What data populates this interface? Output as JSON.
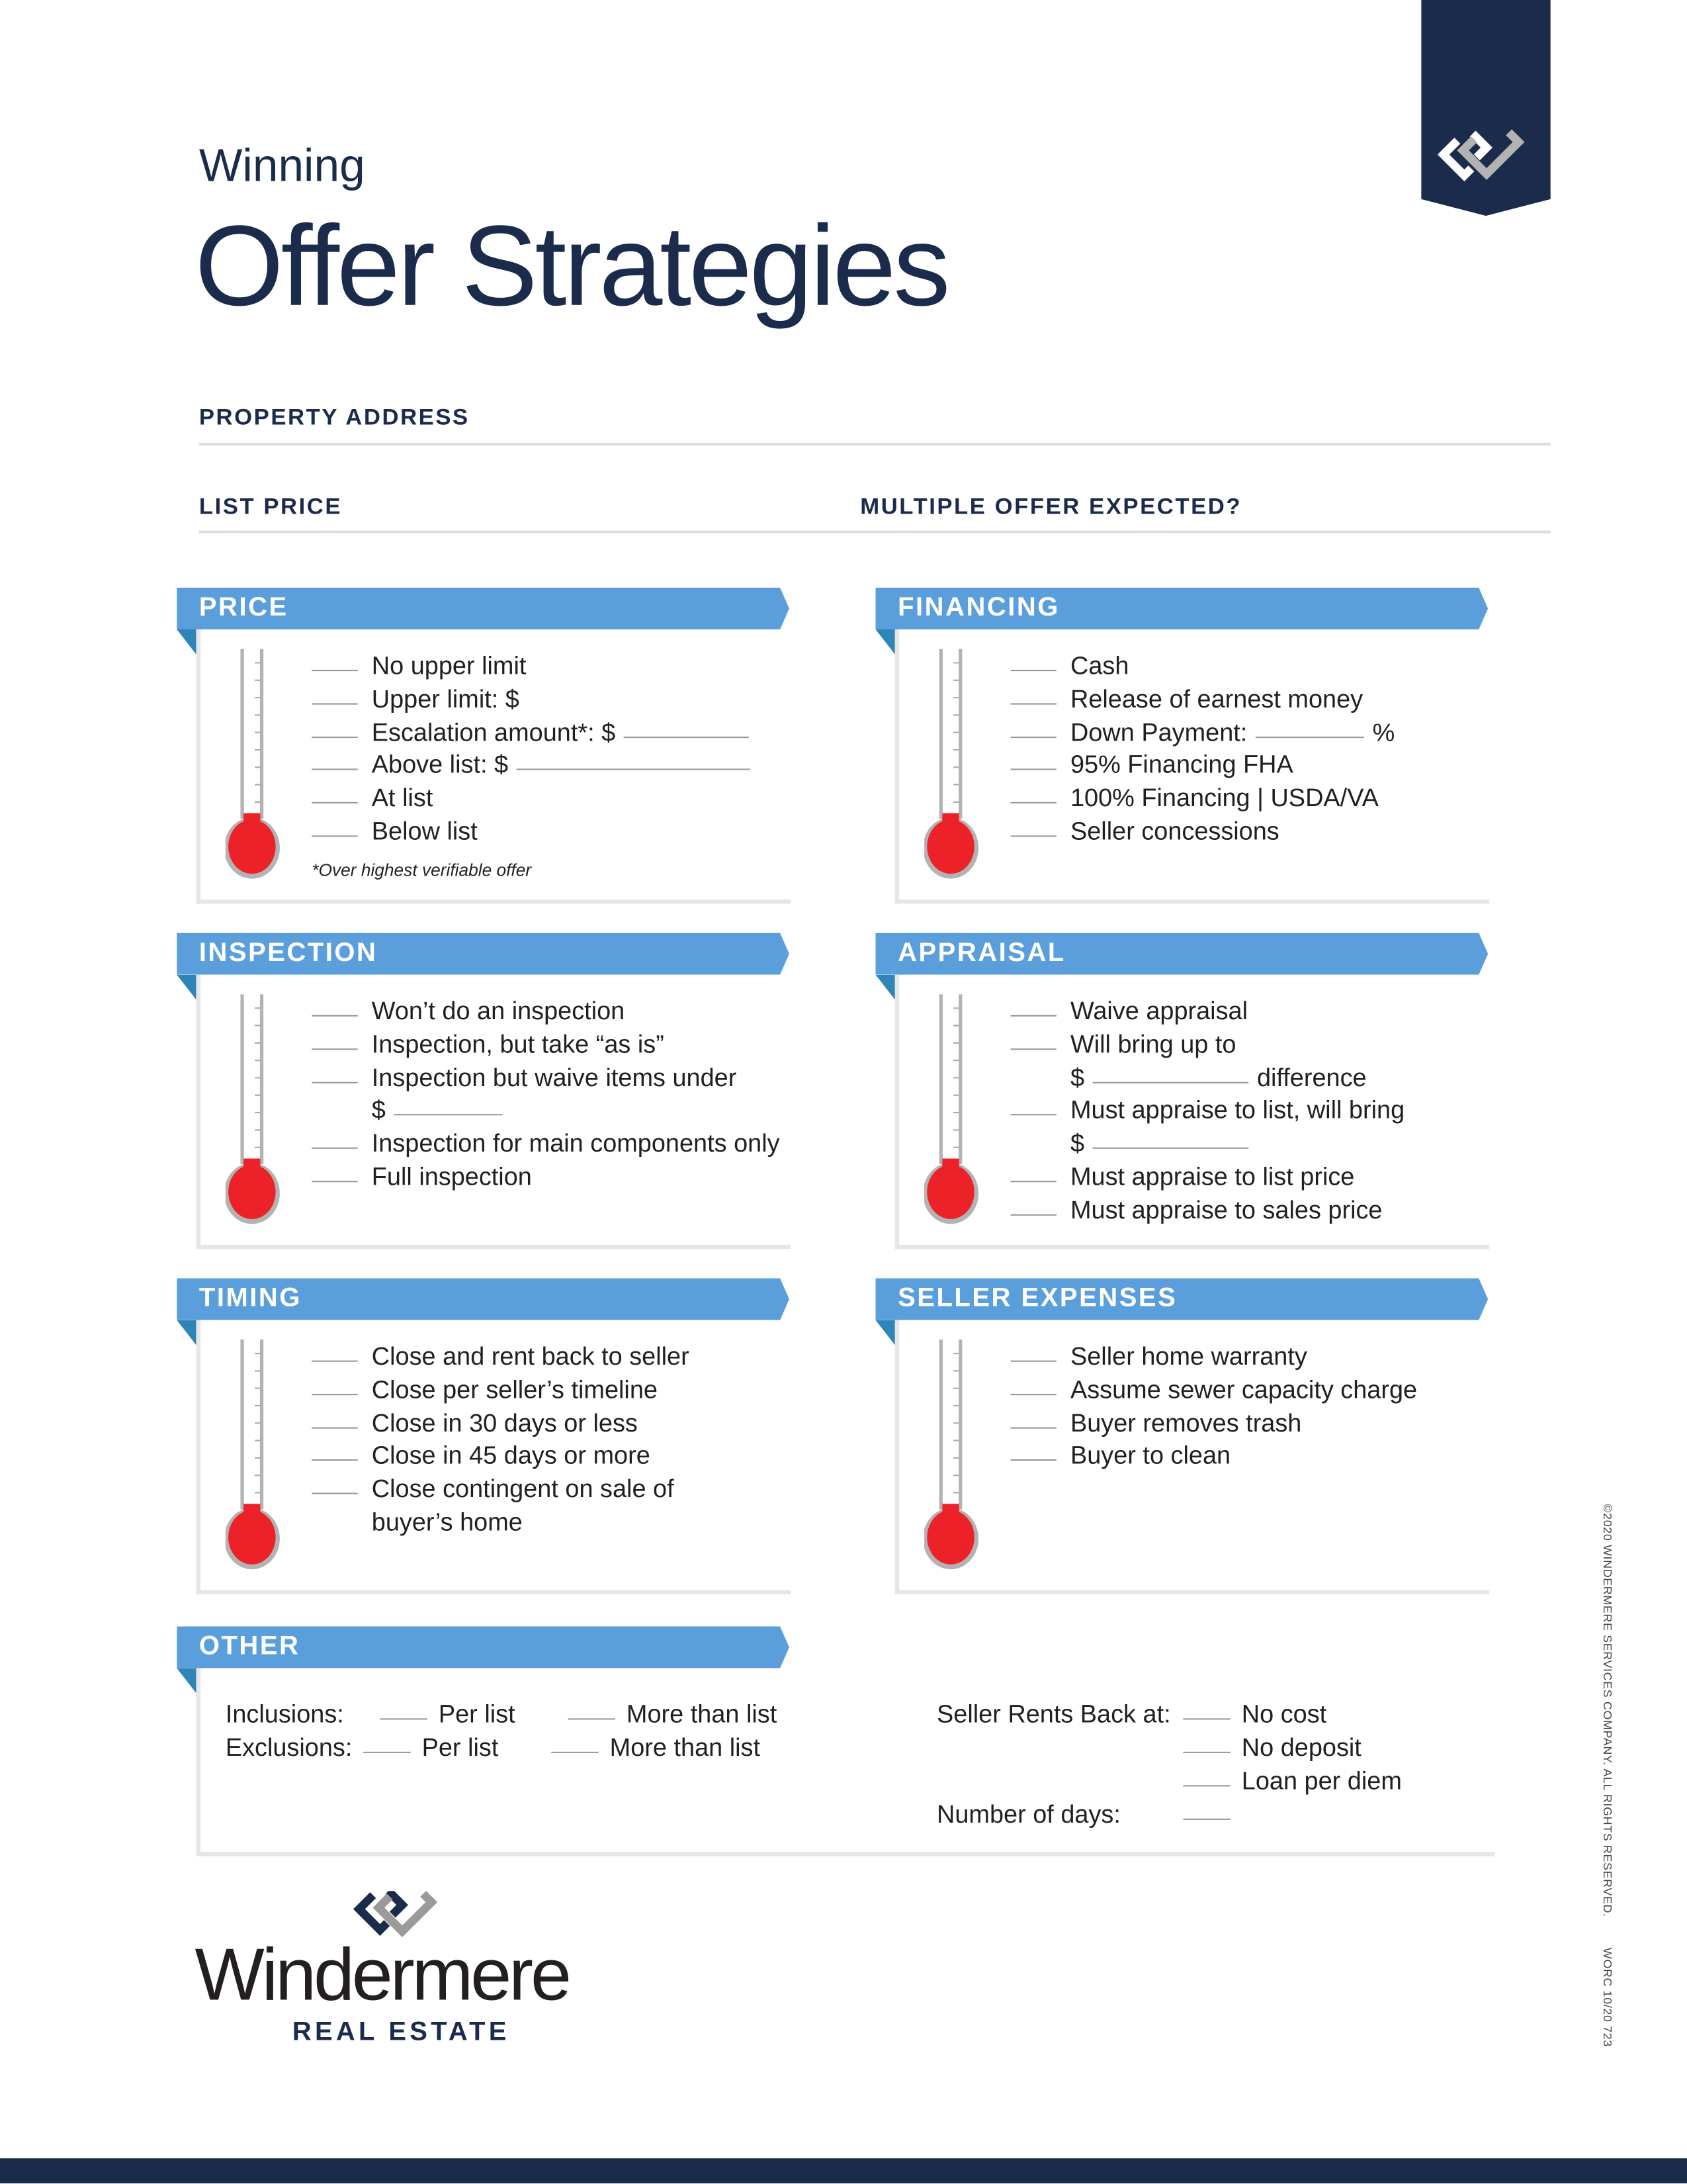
{
  "header": {
    "kicker": "Winning",
    "title": "Offer Strategies"
  },
  "fields": {
    "property_address": "PROPERTY ADDRESS",
    "list_price": "LIST PRICE",
    "multiple_offer": "MULTIPLE OFFER EXPECTED?"
  },
  "colors": {
    "navy": "#1b2b4b",
    "blue": "#5a9fdb",
    "flap": "#2e86b8",
    "mercury": "#ed2228"
  },
  "sections": [
    {
      "id": "price",
      "title": "PRICE",
      "items": [
        {
          "c": true,
          "t": "No upper limit"
        },
        {
          "c": true,
          "t": "Upper limit: $"
        },
        {
          "c": true,
          "t": "Escalation amount*: $",
          "blank": "med"
        },
        {
          "c": true,
          "t": "Above list: $",
          "blank": "xlong"
        },
        {
          "c": true,
          "t": "At list"
        },
        {
          "c": true,
          "t": "Below list"
        }
      ],
      "note": "*Over highest verifiable offer"
    },
    {
      "id": "financing",
      "title": "FINANCING",
      "items": [
        {
          "c": true,
          "t": "Cash"
        },
        {
          "c": true,
          "t": "Release of earnest money"
        },
        {
          "c": true,
          "t": "Down Payment:",
          "blank": "short",
          "after": "%"
        },
        {
          "c": true,
          "t": "95% Financing FHA"
        },
        {
          "c": true,
          "t": "100% Financing | USDA/VA"
        },
        {
          "c": true,
          "t": "Seller concessions"
        }
      ]
    },
    {
      "id": "inspection",
      "title": "INSPECTION",
      "items": [
        {
          "c": true,
          "t": "Won’t do an inspection"
        },
        {
          "c": true,
          "t": "Inspection, but take “as is”"
        },
        {
          "c": true,
          "t": "Inspection but waive items under"
        },
        {
          "c": false,
          "t": "$",
          "blank": "short"
        },
        {
          "c": true,
          "t": "Inspection for main components only"
        },
        {
          "c": true,
          "t": "Full inspection"
        }
      ]
    },
    {
      "id": "appraisal",
      "title": "APPRAISAL",
      "items": [
        {
          "c": true,
          "t": "Waive appraisal"
        },
        {
          "c": true,
          "t": "Will bring up to"
        },
        {
          "c": false,
          "t": "$",
          "blank": "long",
          "after": "difference"
        },
        {
          "c": true,
          "t": "Must appraise to list, will bring"
        },
        {
          "c": false,
          "t": "$",
          "blank": "long"
        },
        {
          "c": true,
          "t": "Must appraise to list price"
        },
        {
          "c": true,
          "t": "Must appraise to sales price"
        }
      ]
    },
    {
      "id": "timing",
      "title": "TIMING",
      "items": [
        {
          "c": true,
          "t": "Close and rent back to seller"
        },
        {
          "c": true,
          "t": "Close per seller’s timeline"
        },
        {
          "c": true,
          "t": "Close in 30 days or less"
        },
        {
          "c": true,
          "t": "Close in 45 days or more"
        },
        {
          "c": true,
          "t": "Close contingent on sale of"
        },
        {
          "c": false,
          "t": "buyer’s home"
        }
      ]
    },
    {
      "id": "seller-expenses",
      "title": "SELLER EXPENSES",
      "items": [
        {
          "c": true,
          "t": "Seller home warranty"
        },
        {
          "c": true,
          "t": "Assume sewer capacity charge"
        },
        {
          "c": true,
          "t": "Buyer removes trash"
        },
        {
          "c": true,
          "t": "Buyer to clean"
        }
      ]
    }
  ],
  "other": {
    "title": "OTHER",
    "inclusions": "Inclusions:",
    "exclusions": "Exclusions:",
    "per_list": "Per list",
    "more_than_list": "More than list",
    "rents_back": "Seller Rents Back at:",
    "no_cost": "No cost",
    "no_deposit": "No deposit",
    "loan_per_diem": "Loan per diem",
    "number_of_days": "Number of days:"
  },
  "footer": {
    "brand": "Windermere",
    "sub": "REAL ESTATE",
    "copyright": "©2020 WINDERMERE SERVICES COMPANY. ALL RIGHTS RESERVED.",
    "code": "WORC 10/20 723"
  }
}
